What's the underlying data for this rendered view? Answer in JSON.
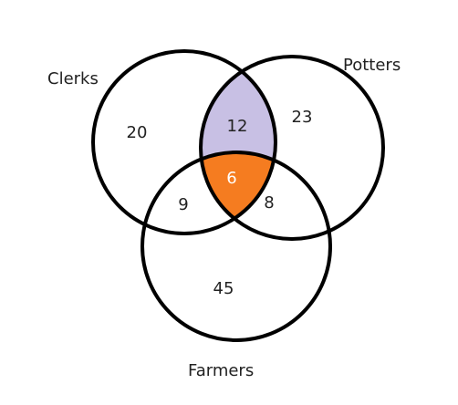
{
  "chart_data": {
    "type": "venn",
    "sets": [
      {
        "id": "clerks",
        "label": "Clerks"
      },
      {
        "id": "potters",
        "label": "Potters"
      },
      {
        "id": "farmers",
        "label": "Farmers"
      }
    ],
    "regions": {
      "clerks_only": "20",
      "potters_only": "23",
      "farmers_only": "45",
      "clerks_potters": "12",
      "clerks_farmers": "9",
      "potters_farmers": "8",
      "all_three": "6"
    },
    "colors": {
      "clerks_potters_fill": "#c8c0e4",
      "all_three_fill": "#f57c20",
      "outline": "#000000"
    }
  }
}
